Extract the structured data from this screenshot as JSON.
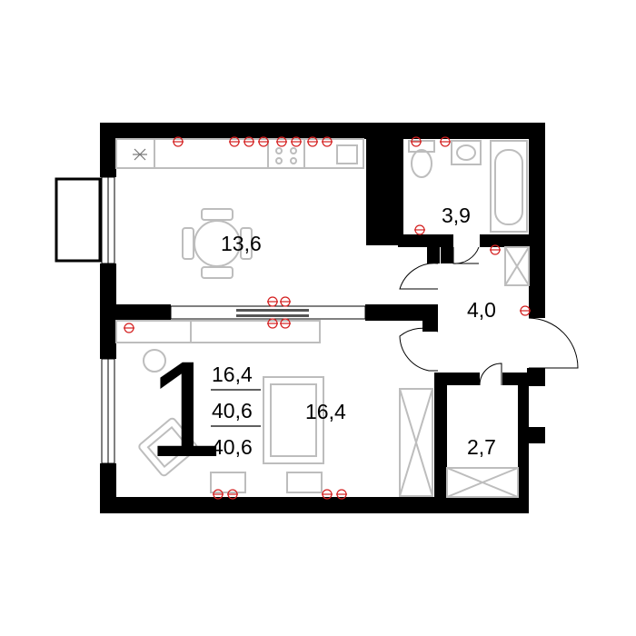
{
  "plan": {
    "rooms_count": "1",
    "totals": {
      "living_area": "16,4",
      "total_area": "40,6",
      "total_area_2": "40,6"
    },
    "rooms": {
      "kitchen": "13,6",
      "bedroom": "16,4",
      "bathroom": "3,9",
      "hallway": "4,0",
      "storage": "2,7"
    },
    "colors": {
      "wall": "#000000",
      "furniture": "#bdbdbd",
      "socket": "#d42020"
    }
  }
}
